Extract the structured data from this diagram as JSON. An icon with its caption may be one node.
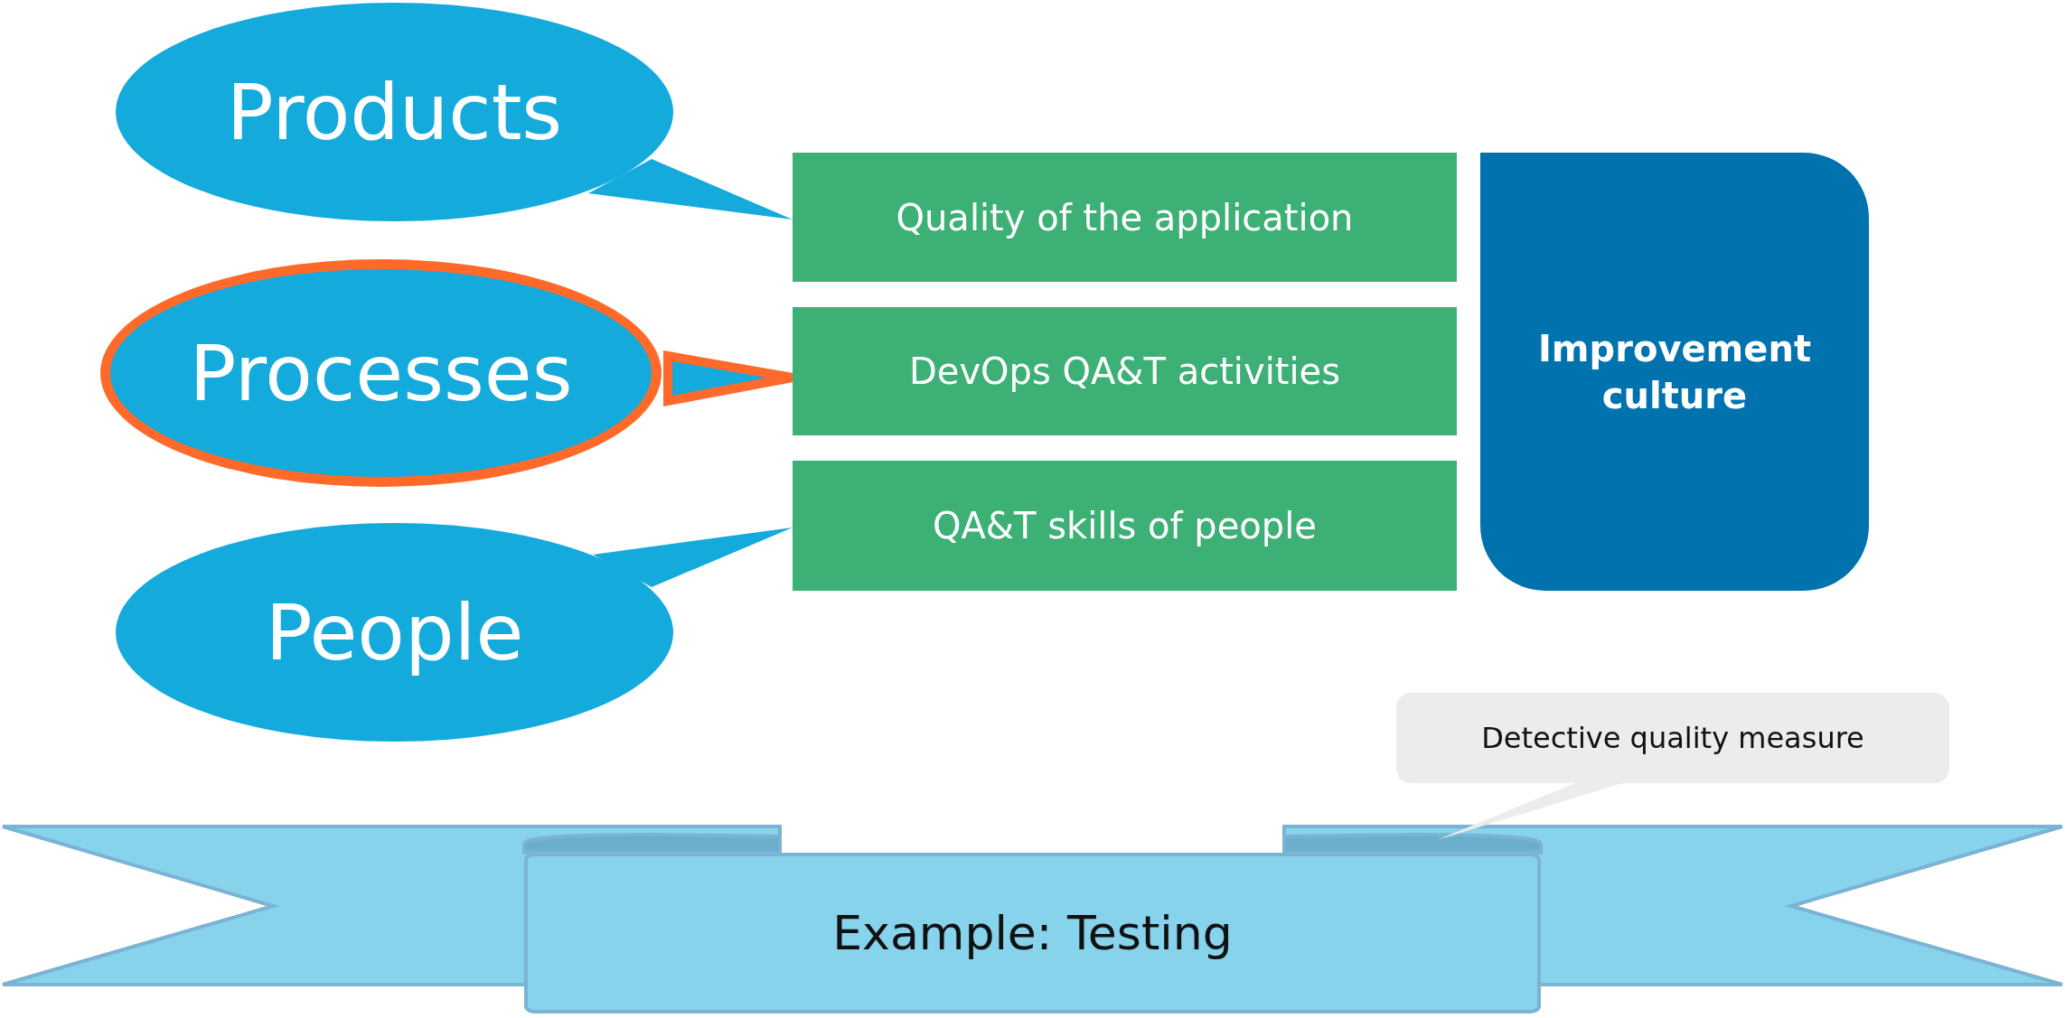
{
  "diagram": {
    "nodes": [
      {
        "text": [
          "Products"
        ]
      },
      {
        "text": [
          "Processes"
        ]
      },
      {
        "text": [
          "People"
        ]
      },
      {
        "text": [
          "Quality of the application"
        ]
      },
      {
        "text": [
          "DevOps QA&T activities"
        ]
      },
      {
        "text": [
          "QA&T skills of people"
        ]
      },
      {
        "text": [
          "Improvement culture"
        ]
      },
      {
        "text": [
          "Detective quality measure"
        ]
      },
      {
        "text": [
          "Example: Testing"
        ]
      }
    ],
    "edges": [
      {
        "from": 0,
        "to": 3,
        "arrow": "none"
      },
      {
        "from": 1,
        "to": 4,
        "arrow": "none",
        "color": "#ff6a2a"
      },
      {
        "from": 2,
        "to": 5,
        "arrow": "none"
      },
      {
        "from": 7,
        "to": 8,
        "arrow": "none"
      }
    ]
  }
}
